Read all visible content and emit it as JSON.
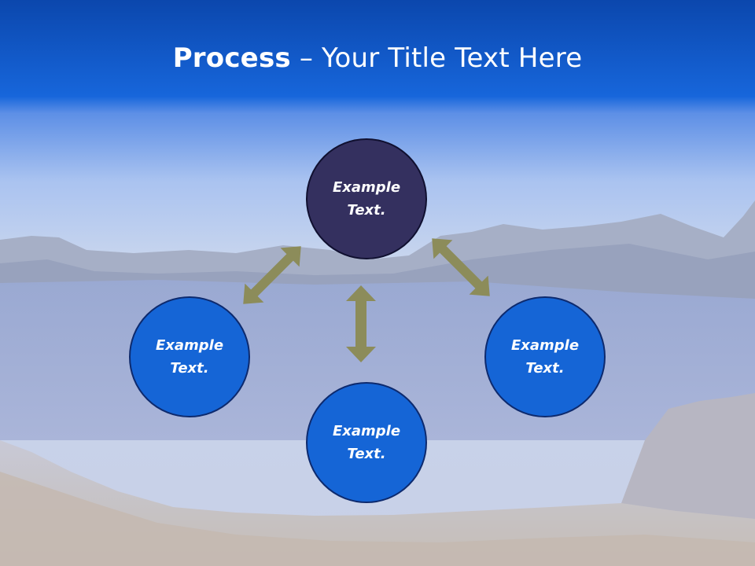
{
  "slide": {
    "title_bold": "Process",
    "title_rest": " – Your Title Text Here"
  },
  "nodes": [
    {
      "id": "top",
      "label": "Example Text."
    },
    {
      "id": "left",
      "label": "Example Text."
    },
    {
      "id": "right",
      "label": "Example Text."
    },
    {
      "id": "bottom",
      "label": "Example Text."
    }
  ],
  "colors": {
    "header_blue": "#1565d6",
    "node_blue": "#1565d6",
    "node_dark": "#34305f",
    "arrow_olive": "#8c8c5a"
  }
}
